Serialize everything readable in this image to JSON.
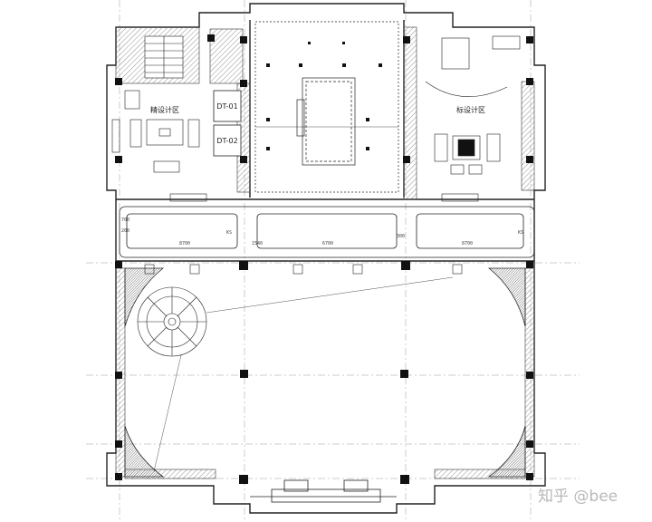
{
  "rooms": {
    "left_zone": "精设计区",
    "right_zone": "标设计区",
    "elevator_1": "DT-01",
    "elevator_2": "DT-02"
  },
  "dimension_texts": [
    "700",
    "200",
    "300",
    "8700",
    "KS",
    "1540",
    "6700"
  ],
  "watermark": "知乎 @bee",
  "colors": {
    "line": "#222222",
    "hatch": "#888888",
    "axis": "#888888",
    "watermark": "#b8b8b8"
  }
}
